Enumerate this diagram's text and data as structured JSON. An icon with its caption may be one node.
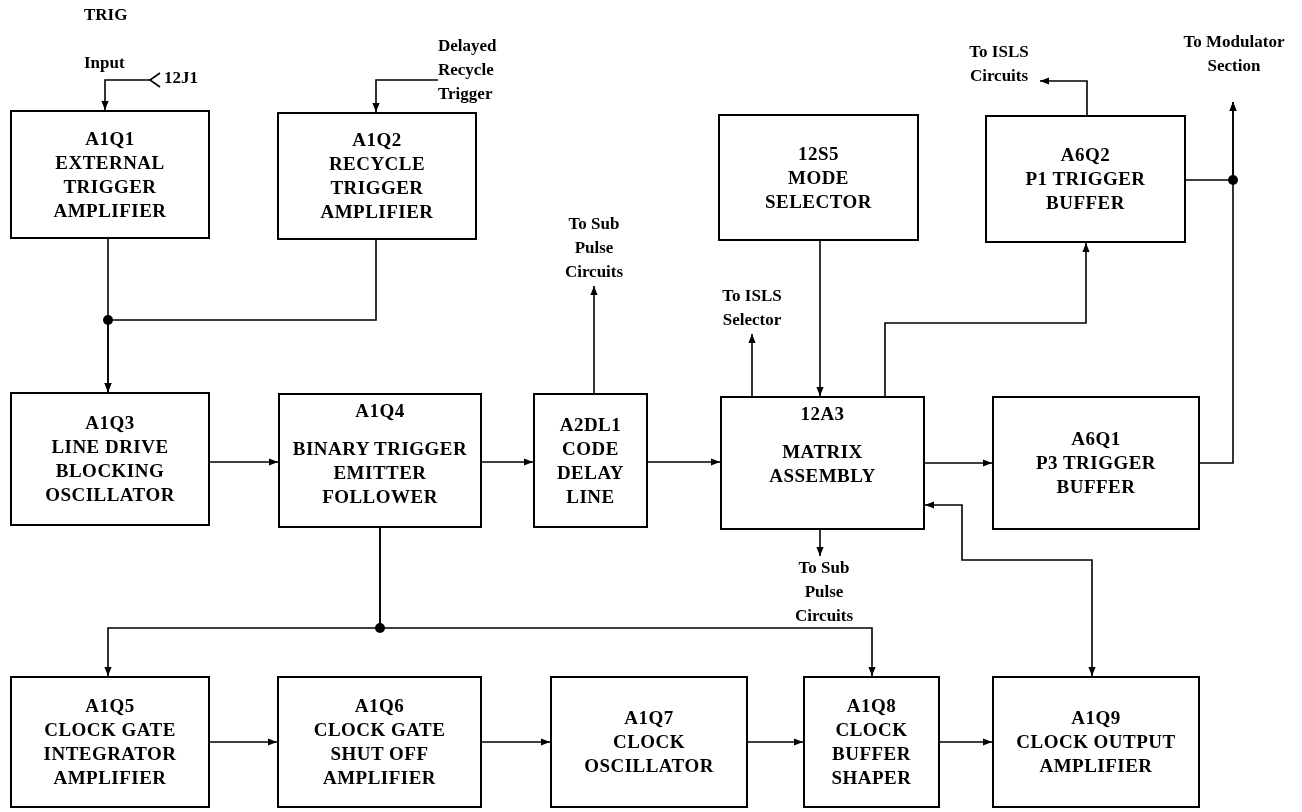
{
  "diagram": {
    "nodes": [
      {
        "text": [
          "TRIG",
          "Input"
        ],
        "beside": [
          "12J1"
        ]
      },
      {
        "text": [
          "A1Q1",
          "EXTERNAL TRIGGER AMPLIFIER"
        ]
      },
      {
        "text": [
          "Delayed Recycle Trigger"
        ]
      },
      {
        "text": [
          "A1Q2",
          "RECYCLE TRIGGER AMPLIFIER"
        ]
      },
      {
        "text": [
          "A1Q3",
          "LINE DRIVE BLOCKING OSCILLATOR"
        ]
      },
      {
        "text": [
          "A1Q4",
          "BINARY TRIGGER EMITTER FOLLOWER"
        ]
      },
      {
        "text": [
          "A2DL1",
          "CODE DELAY LINE"
        ]
      },
      {
        "text": [
          "To Sub Pulse Circuits"
        ]
      },
      {
        "text": [
          "12S5",
          "MODE SELECTOR"
        ]
      },
      {
        "text": [
          "12A3",
          "MATRIX ASSEMBLY"
        ]
      },
      {
        "text": [
          "To ISLS Selector"
        ]
      },
      {
        "text": [
          "To ISLS Circuits"
        ]
      },
      {
        "text": [
          "A6Q2",
          "P1 TRIGGER BUFFER"
        ]
      },
      {
        "text": [
          "To Modulator Section"
        ]
      },
      {
        "text": [
          "A6Q1",
          "P3 TRIGGER BUFFER"
        ]
      },
      {
        "text": [
          "To Sub Pulse Circuits"
        ]
      },
      {
        "text": [
          "A1Q5",
          "CLOCK GATE INTEGRATOR AMPLIFIER"
        ]
      },
      {
        "text": [
          "A1Q6",
          "CLOCK GATE SHUT OFF AMPLIFIER"
        ]
      },
      {
        "text": [
          "A1Q7",
          "CLOCK OSCILLATOR"
        ]
      },
      {
        "text": [
          "A1Q8",
          "CLOCK BUFFER SHAPER"
        ]
      },
      {
        "text": [
          "A1Q9",
          "CLOCK OUTPUT AMPLIFIER"
        ]
      }
    ],
    "edges": [
      {
        "from": 0,
        "to": 1,
        "arrow": "to"
      },
      {
        "from": 2,
        "to": 3,
        "arrow": "to"
      },
      {
        "from": 1,
        "to": 4,
        "arrow": "to"
      },
      {
        "from": 3,
        "to": 4,
        "arrow": "to"
      },
      {
        "from": 4,
        "to": 5,
        "arrow": "to"
      },
      {
        "from": 5,
        "to": 6,
        "arrow": "to"
      },
      {
        "from": 6,
        "to": 7,
        "arrow": "to"
      },
      {
        "from": 6,
        "to": 9,
        "arrow": "to"
      },
      {
        "from": 9,
        "to": 10,
        "arrow": "to"
      },
      {
        "from": 8,
        "to": 9,
        "arrow": "to"
      },
      {
        "from": 9,
        "to": 12,
        "arrow": "to"
      },
      {
        "from": 12,
        "to": 11,
        "arrow": "to"
      },
      {
        "from": 12,
        "to": 13,
        "arrow": "to"
      },
      {
        "from": 14,
        "to": 13,
        "arrow": "to"
      },
      {
        "from": 9,
        "to": 14,
        "arrow": "to"
      },
      {
        "from": 9,
        "to": 15,
        "arrow": "to"
      },
      {
        "from": 9,
        "to": 20,
        "arrow": "both"
      },
      {
        "from": 5,
        "to": 16,
        "arrow": "to"
      },
      {
        "from": 5,
        "to": 19,
        "arrow": "to"
      },
      {
        "from": 16,
        "to": 17,
        "arrow": "to"
      },
      {
        "from": 17,
        "to": 18,
        "arrow": "to"
      },
      {
        "from": 18,
        "to": 19,
        "arrow": "to"
      },
      {
        "from": 19,
        "to": 20,
        "arrow": "to"
      }
    ]
  }
}
